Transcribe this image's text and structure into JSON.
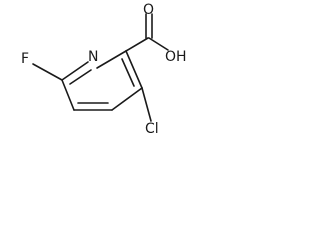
{
  "molecule": {
    "labels": {
      "oxygen_carbonyl": "O",
      "hydroxyl": "OH",
      "nitrogen": "N",
      "fluorine": "F",
      "chlorine": "Cl"
    }
  }
}
